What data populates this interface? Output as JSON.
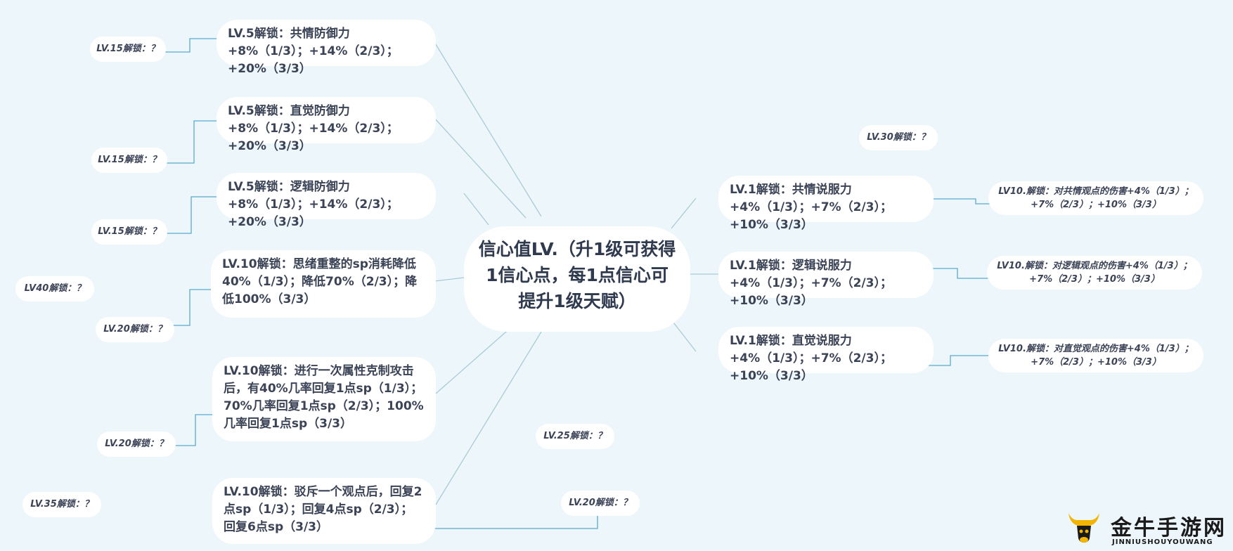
{
  "center": {
    "text": "信心值LV.（升1级可获得1信心点，每1点信心可提升1级天赋）"
  },
  "left_nodes": [
    {
      "text": "LV.5解锁：共情防御力+8%（1/3）；+14%（2/3）；+20%（3/3）",
      "child": "LV.15解锁：？"
    },
    {
      "text": "LV.5解锁：直觉防御力+8%（1/3）；+14%（2/3）；+20%（3/3）",
      "child": "LV.15解锁：？"
    },
    {
      "text": "LV.5解锁：逻辑防御力+8%（1/3）；+14%（2/3）；+20%（3/3）",
      "child": "LV.15解锁：？"
    },
    {
      "text": "LV.10解锁：思绪重整的sp消耗降低40%（1/3）；降低70%（2/3）；降低100%（3/3）",
      "child": "LV.20解锁：？"
    },
    {
      "text": "LV.10解锁：进行一次属性克制攻击后，有40%几率回复1点sp（1/3）；70%几率回复1点sp（2/3）；100%几率回复1点sp（3/3）",
      "child": "LV.20解锁：？"
    },
    {
      "text": "LV.10解锁：驳斥一个观点后，回复2点sp（1/3）；回复4点sp（2/3）；回复6点sp（3/3）",
      "child": "LV.20解锁：？"
    }
  ],
  "right_nodes": [
    {
      "text": "LV.1解锁：共情说服力+4%（1/3）；+7%（2/3）；+10%（3/3）",
      "child": "LV10.解锁：对共情观点的伤害+4%（1/3）；+7%（2/3）；+10%（3/3）"
    },
    {
      "text": "LV.1解锁：逻辑说服力+4%（1/3）；+7%（2/3）；+10%（3/3）",
      "child": "LV10.解锁：对逻辑观点的伤害+4%（1/3）；+7%（2/3）；+10%（3/3）"
    },
    {
      "text": "LV.1解锁：直觉说服力+4%（1/3）；+7%（2/3）；+10%（3/3）",
      "child": "LV10.解锁：对直觉观点的伤害+4%（1/3）；+7%（2/3）；+10%（3/3）"
    }
  ],
  "floating": [
    {
      "text": "LV40解锁：？"
    },
    {
      "text": "LV.35解锁：？"
    },
    {
      "text": "LV.30解锁：？"
    },
    {
      "text": "LV.25解锁：？"
    }
  ],
  "watermark": {
    "name": "金牛手游网",
    "sub": "JINNIUSHOUYOUWANG"
  },
  "colors": {
    "background": "#edf6fa",
    "link_main": "#a8cbd6",
    "link_child": "#5aa9cf",
    "text": "#3b4357"
  }
}
